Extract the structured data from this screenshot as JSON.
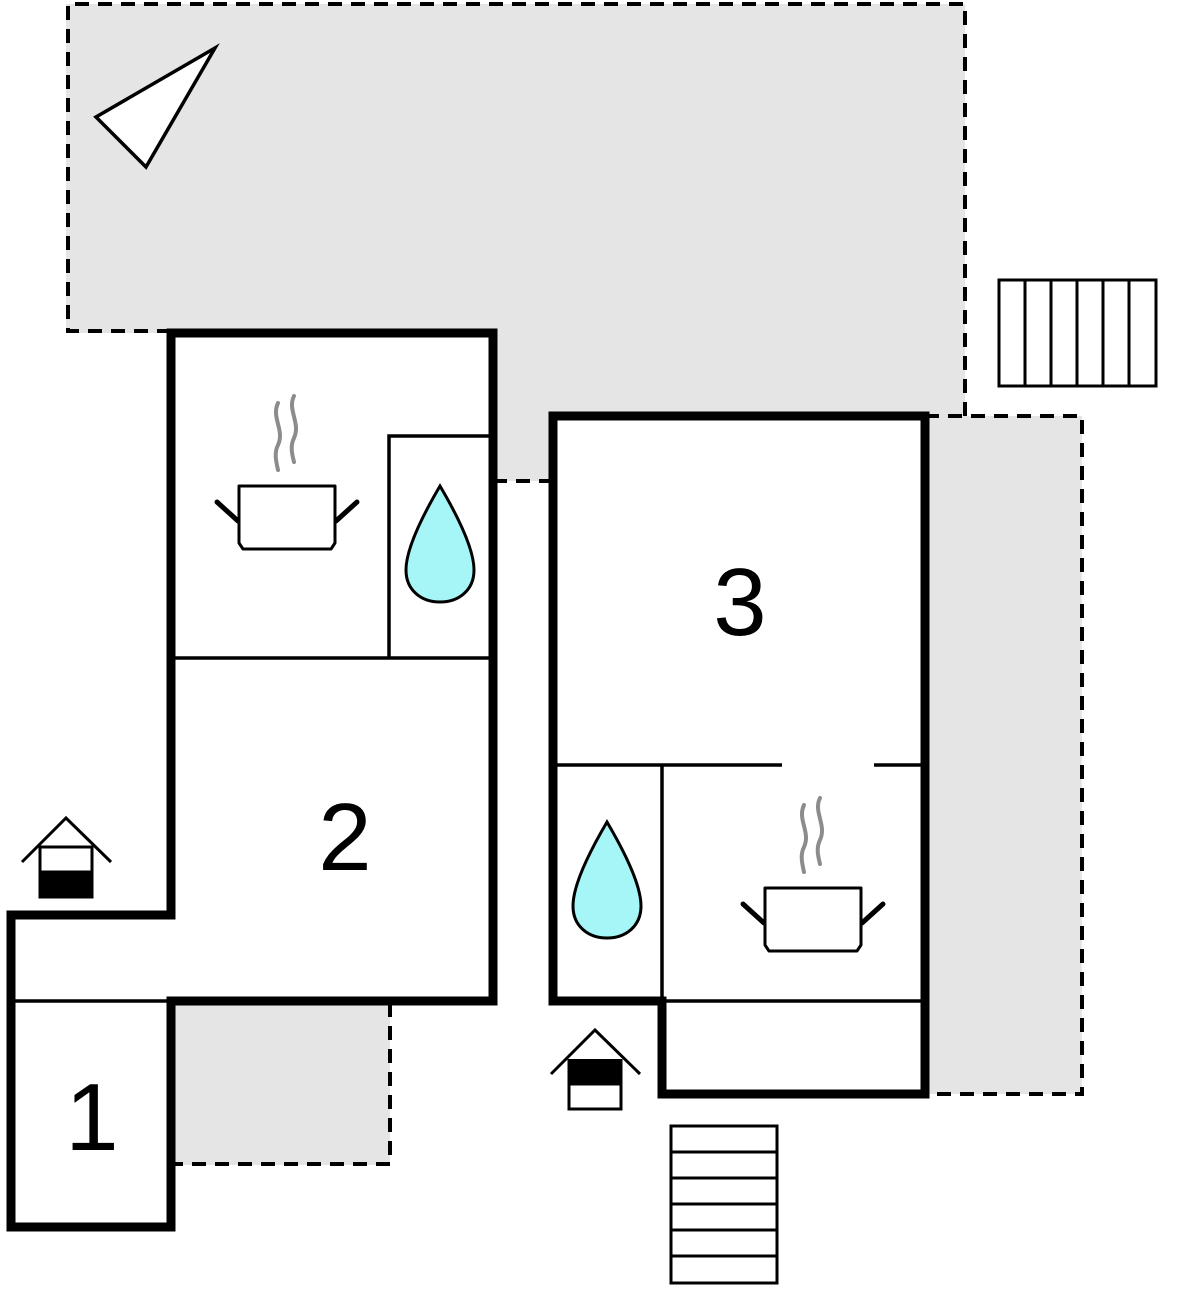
{
  "rooms": [
    {
      "number": "1"
    },
    {
      "number": "2"
    },
    {
      "number": "3"
    }
  ],
  "icons": [
    "north-arrow-icon",
    "cooking-pot-icon",
    "water-drop-icon",
    "entrance-house-icon",
    "stairs-icon"
  ],
  "colors": {
    "terrace": "#e5e5e5",
    "wall": "#000000",
    "water": "#a6f6f8",
    "steam": "#8c8c8c",
    "background": "#ffffff"
  }
}
